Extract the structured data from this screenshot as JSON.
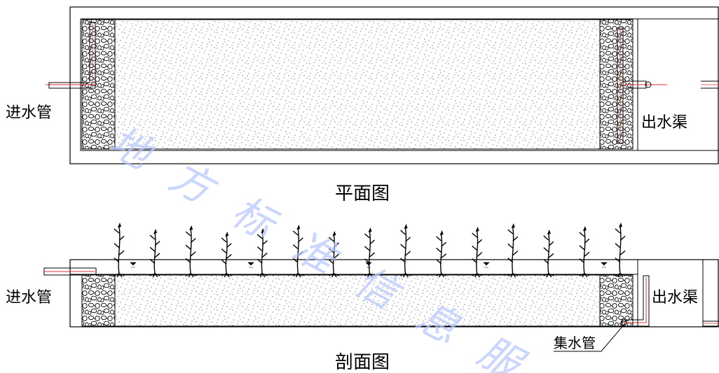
{
  "labels": {
    "plan_inlet": "进水管",
    "plan_outlet": "出水渠",
    "plan_title": "平面图",
    "section_inlet": "进水管",
    "section_outlet": "出水渠",
    "section_collector": "集水管",
    "section_title": "剖面图"
  },
  "watermark": {
    "text": "地方标准信息服"
  },
  "colors": {
    "line": "#000000",
    "pipe": "#e03030",
    "watermark": "#b9c8ff"
  },
  "section": {
    "plant_count": 15,
    "water_marks": 5
  }
}
